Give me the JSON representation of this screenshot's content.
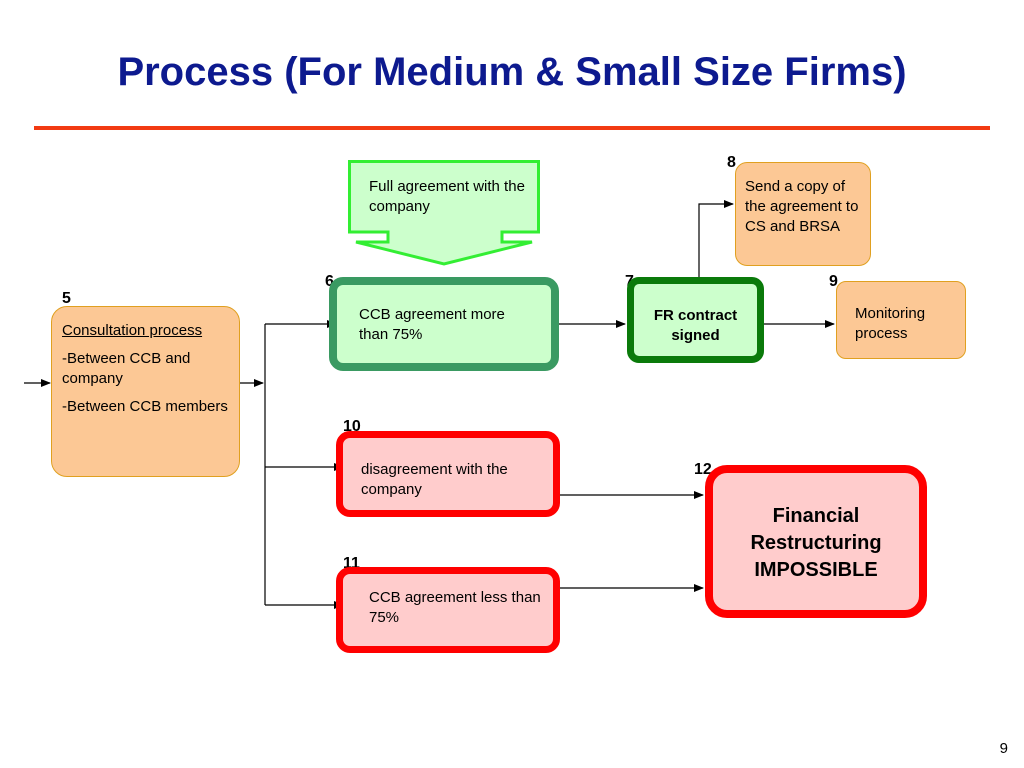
{
  "slide": {
    "title": "Process (For Medium & Small Size Firms)",
    "page_number": "9"
  },
  "colors": {
    "title": "#0d1a8f",
    "rule": "#f23a12",
    "orange_fill": "#fcc895",
    "green_fill": "#ccffcc",
    "green_border": "#3a9a62",
    "dark_green_border": "#0a7a0a",
    "red_fill": "#ffcccc",
    "red_border": "#ff0000",
    "bright_green_border": "#33ee33"
  },
  "steps": {
    "consultation": {
      "number": "5",
      "heading": "Consultation process",
      "line1": "-Between CCB and company",
      "line2": "-Between CCB members"
    },
    "ccb_more": {
      "number": "6",
      "text": "CCB agreement more than 75%"
    },
    "fr_signed": {
      "number": "7",
      "text": "FR contract signed"
    },
    "send_copy": {
      "number": "8",
      "text": "Send a copy of the agreement to CS and BRSA"
    },
    "monitoring": {
      "number": "9",
      "text": "Monitoring process"
    },
    "disagreement": {
      "number": "10",
      "text": "disagreement with the company"
    },
    "ccb_less": {
      "number": "11",
      "text": "CCB agreement less than 75%"
    },
    "impossible": {
      "number": "12",
      "line1": "Financial",
      "line2": "Restructuring",
      "line3": "IMPOSSIBLE"
    },
    "full_agreement": {
      "text": "Full agreement with the company"
    }
  }
}
